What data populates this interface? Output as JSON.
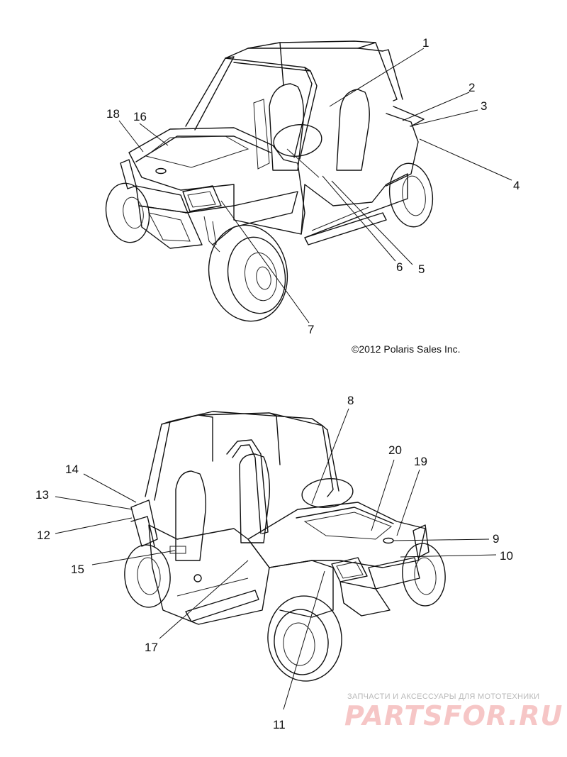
{
  "copyright": "©2012 Polaris Sales Inc.",
  "callouts_top": [
    "1",
    "2",
    "3",
    "4",
    "5",
    "6",
    "7",
    "16",
    "18"
  ],
  "callouts_bottom": [
    "8",
    "9",
    "10",
    "11",
    "12",
    "13",
    "14",
    "15",
    "17",
    "19",
    "20"
  ],
  "watermark": {
    "tagline": "ЗАПЧАСТИ И АКСЕССУАРЫ ДЛЯ МОТОТЕХНИКИ",
    "logo": "PARTSFOR.RU",
    "logo_color": "#f6c6c6"
  },
  "colors": {
    "line": "#111111",
    "background": "#ffffff"
  }
}
